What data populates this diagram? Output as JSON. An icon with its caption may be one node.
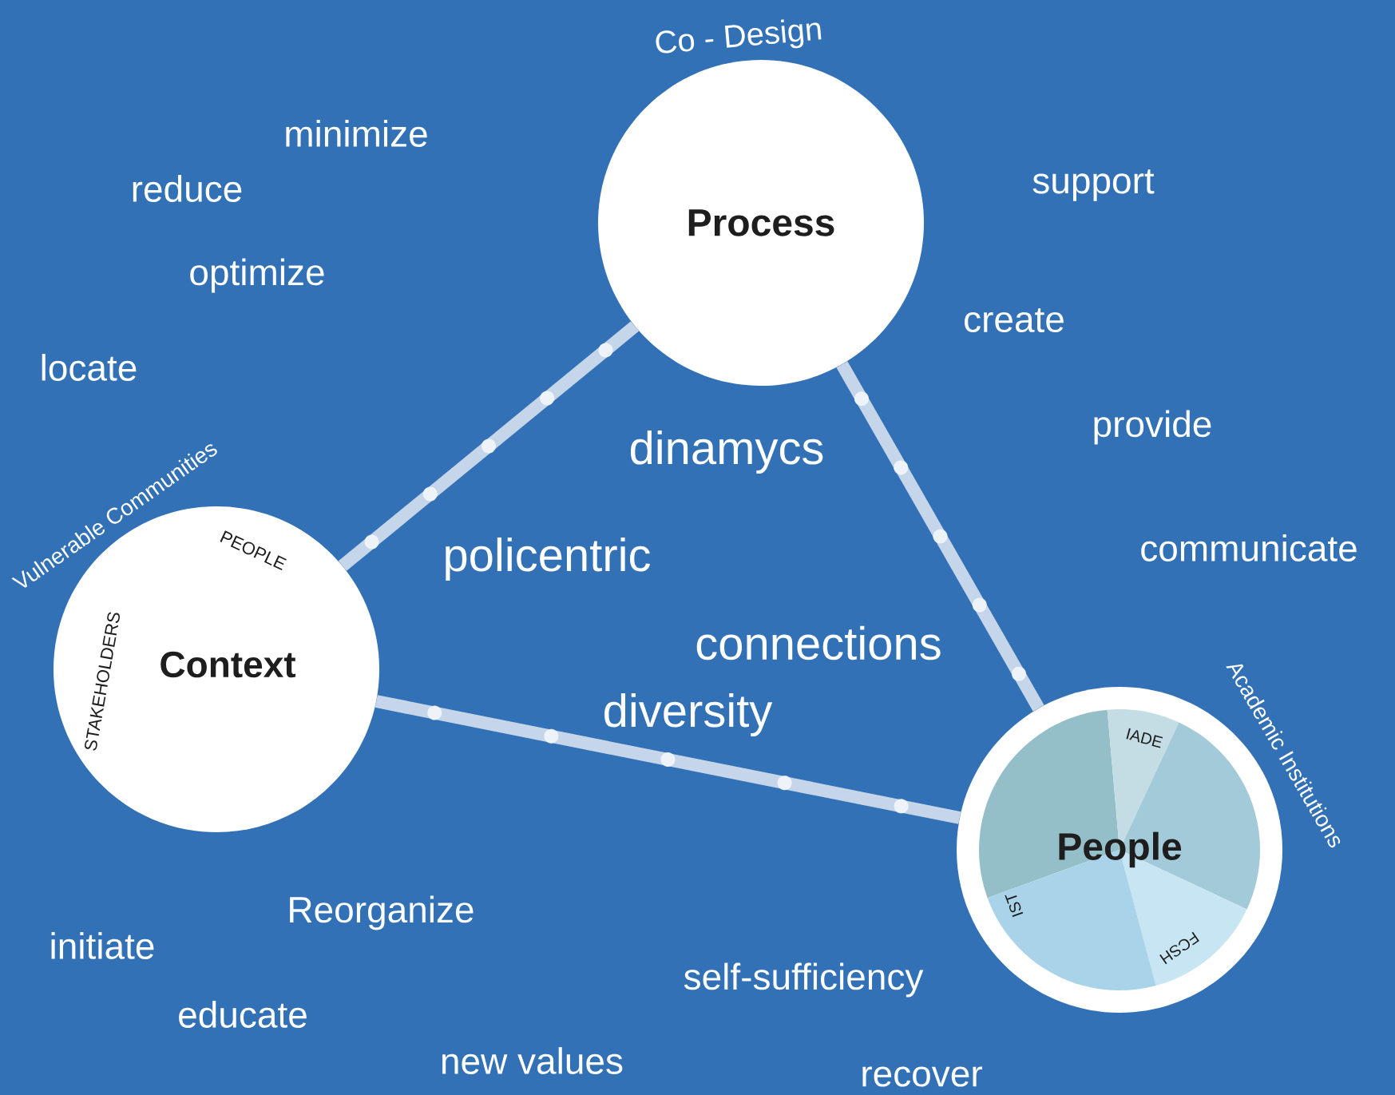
{
  "diagram": {
    "nodes": [
      {
        "text": [
          "Co - Design",
          "Process"
        ]
      },
      {
        "text": [
          "Vulnerable Communities",
          "Context",
          "PEOPLE",
          "STAKEHOLDERS"
        ]
      },
      {
        "text": [
          "Academic Institutions",
          "People",
          "IADE",
          "IST",
          "FCSH"
        ]
      }
    ],
    "edges": [
      {
        "from": 0,
        "to": 1,
        "arrow": "none"
      },
      {
        "from": 0,
        "to": 2,
        "arrow": "none"
      },
      {
        "from": 1,
        "to": 2,
        "arrow": "none"
      }
    ],
    "labels": [
      "minimize",
      "support",
      "reduce",
      "optimize",
      "create",
      "locate",
      "provide",
      "dinamycs",
      "communicate",
      "policentric",
      "connections",
      "diversity",
      "Reorganize",
      "initiate",
      "self-sufficiency",
      "educate",
      "new values",
      "recover"
    ]
  }
}
